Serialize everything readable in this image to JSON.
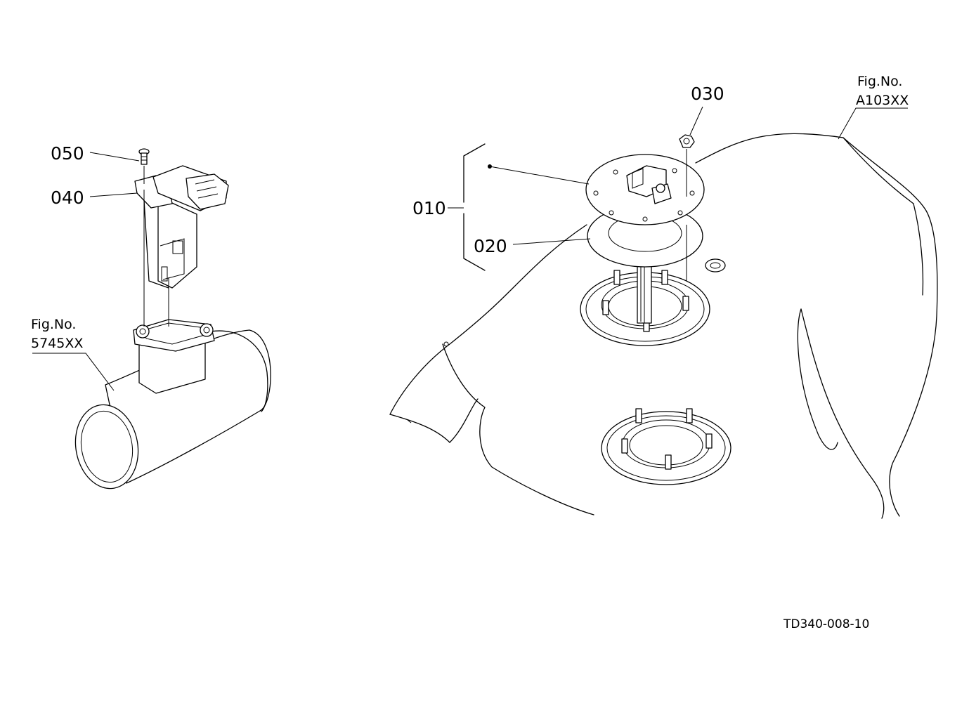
{
  "callouts": {
    "p050": "050",
    "p040": "040",
    "p030": "030",
    "p010": "010",
    "p020": "020"
  },
  "figure_refs": {
    "left": {
      "line1": "Fig.No.",
      "line2": "5745XX"
    },
    "right": {
      "line1": "Fig.No.",
      "line2": "A103XX"
    }
  },
  "drawing_code": "TD340-008-10"
}
